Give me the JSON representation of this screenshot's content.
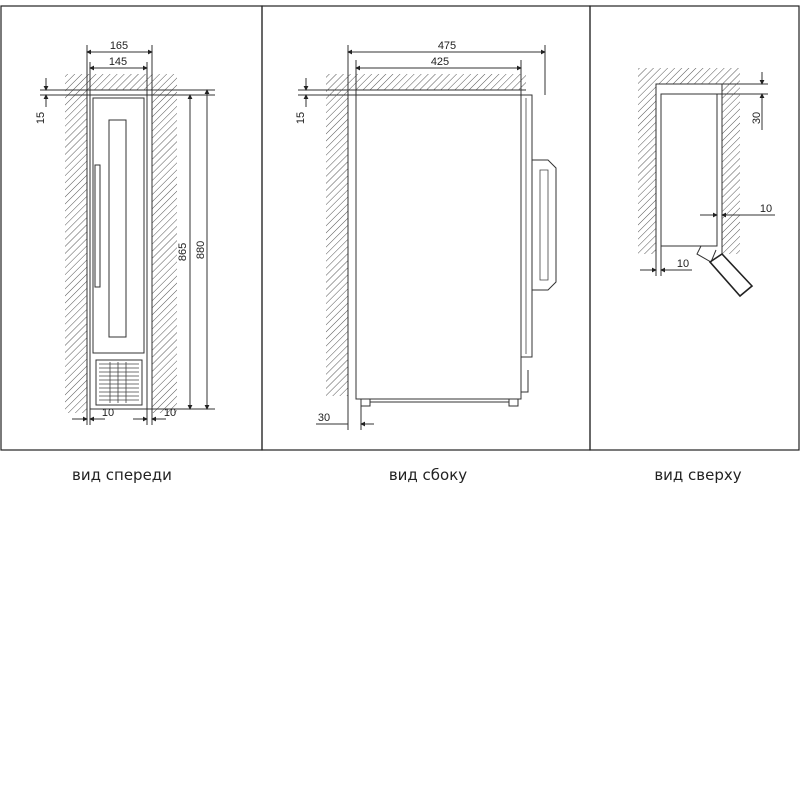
{
  "views": {
    "front": {
      "caption": "вид спереди",
      "dims": {
        "outer_width": "165",
        "inner_width": "145",
        "top_gap": "15",
        "inner_height": "865",
        "outer_height": "880",
        "left_gap": "10",
        "right_gap": "10"
      }
    },
    "side": {
      "caption": "вид сбоку",
      "dims": {
        "outer_depth": "475",
        "inner_depth": "425",
        "top_gap": "15",
        "bottom_offset": "30"
      }
    },
    "top": {
      "caption": "вид сверху",
      "dims": {
        "top_gap": "30",
        "door_gap": "10",
        "side_gap": "10"
      }
    }
  }
}
